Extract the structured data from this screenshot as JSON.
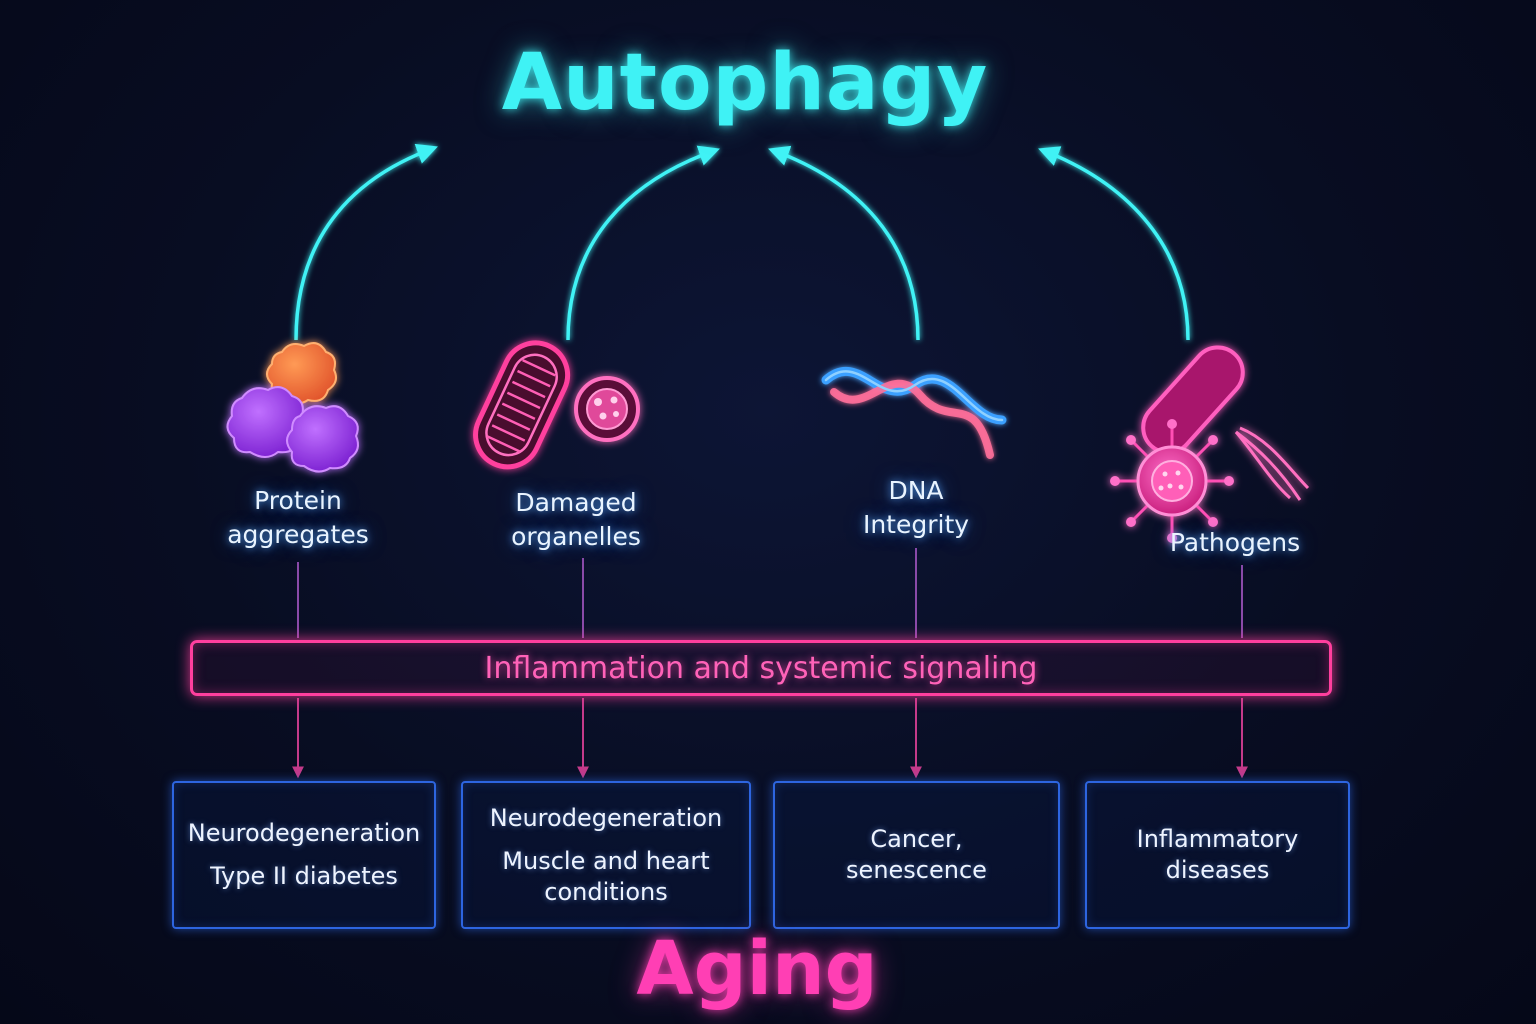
{
  "title": "Autophagy",
  "footer_title": "Aging",
  "sources": [
    {
      "line1": "Protein",
      "line2": "aggregates",
      "icon": "protein-aggregates-icon"
    },
    {
      "line1": "Damaged",
      "line2": "organelles",
      "icon": "mitochondrion-icon"
    },
    {
      "line1": "DNA",
      "line2": "Integrity",
      "icon": "dna-helix-icon"
    },
    {
      "line1": "Pathogens",
      "line2": "",
      "icon": "bacterium-virus-icon"
    }
  ],
  "signaling": "Inflammation and systemic signaling",
  "outcomes": [
    {
      "line1": "Neurodegeneration",
      "line2": "Type II diabetes",
      "line3": ""
    },
    {
      "line1": "Neurodegeneration",
      "line2": "Muscle and heart",
      "line3": "conditions"
    },
    {
      "line1": "Cancer,",
      "line2": "senescence",
      "line3": ""
    },
    {
      "line1": "Inflammatory",
      "line2": "diseases",
      "line3": ""
    }
  ],
  "colors": {
    "cyan": "#3ff2f5",
    "magenta": "#ff3f9e",
    "blue_box": "#2d65e0",
    "aging": "#ff3fb4"
  }
}
